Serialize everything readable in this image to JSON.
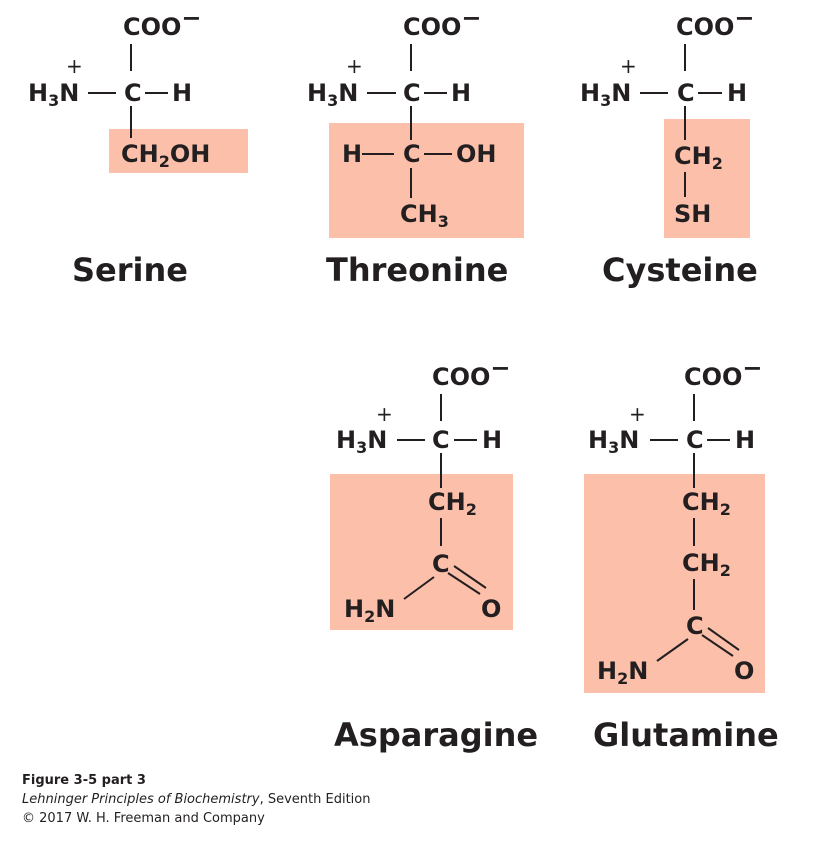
{
  "figure": {
    "label": "Figure 3-5 part 3",
    "book_title": "Lehninger Principles of Biochemistry",
    "book_edition": ", Seventh Edition",
    "copyright": "© 2017 W. H. Freeman and Company"
  },
  "common": {
    "carboxylate": "COO",
    "carboxylate_charge": "−",
    "amine_h": "H",
    "amine_sub": "3",
    "amine_n": "N",
    "amine_charge": "+",
    "alpha_c": "C",
    "alpha_h": "H"
  },
  "molecules": {
    "serine": {
      "name": "Serine",
      "side_chain": {
        "ch": "CH",
        "sub": "2",
        "oh": "OH"
      }
    },
    "threonine": {
      "name": "Threonine",
      "side_chain": {
        "h": "H",
        "c": "C",
        "oh": "OH",
        "ch": "CH",
        "sub": "3"
      }
    },
    "cysteine": {
      "name": "Cysteine",
      "side_chain": {
        "ch": "CH",
        "sub": "2",
        "sh": "SH"
      }
    },
    "asparagine": {
      "name": "Asparagine",
      "side_chain": {
        "ch": "CH",
        "sub": "2",
        "c": "C",
        "h": "H",
        "h_sub": "2",
        "n": "N",
        "o": "O"
      }
    },
    "glutamine": {
      "name": "Glutamine",
      "side_chain": {
        "ch": "CH",
        "sub": "2",
        "ch2": "CH",
        "sub2": "2",
        "c": "C",
        "h": "H",
        "h_sub": "2",
        "n": "N",
        "o": "O"
      }
    }
  },
  "colors": {
    "side_chain_highlight": "#fbbfaa",
    "text": "#231f20"
  }
}
